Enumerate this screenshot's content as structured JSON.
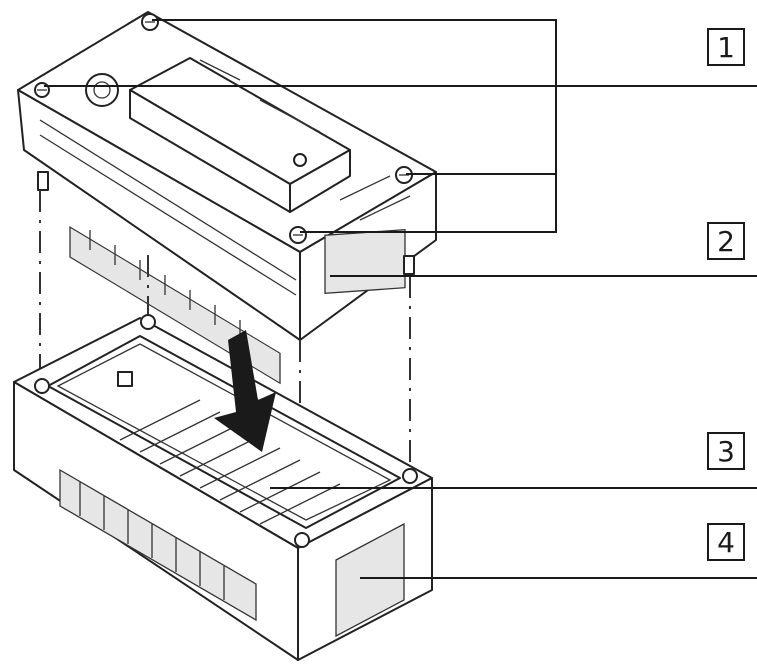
{
  "callouts": [
    {
      "label": "1"
    },
    {
      "label": "2"
    },
    {
      "label": "3"
    },
    {
      "label": "4"
    }
  ],
  "colors": {
    "line": "#1a1a1a",
    "background": "#ffffff",
    "arrow": "#1a1a1a"
  },
  "icons": [
    "screw-icon",
    "assembly-arrow-icon"
  ]
}
